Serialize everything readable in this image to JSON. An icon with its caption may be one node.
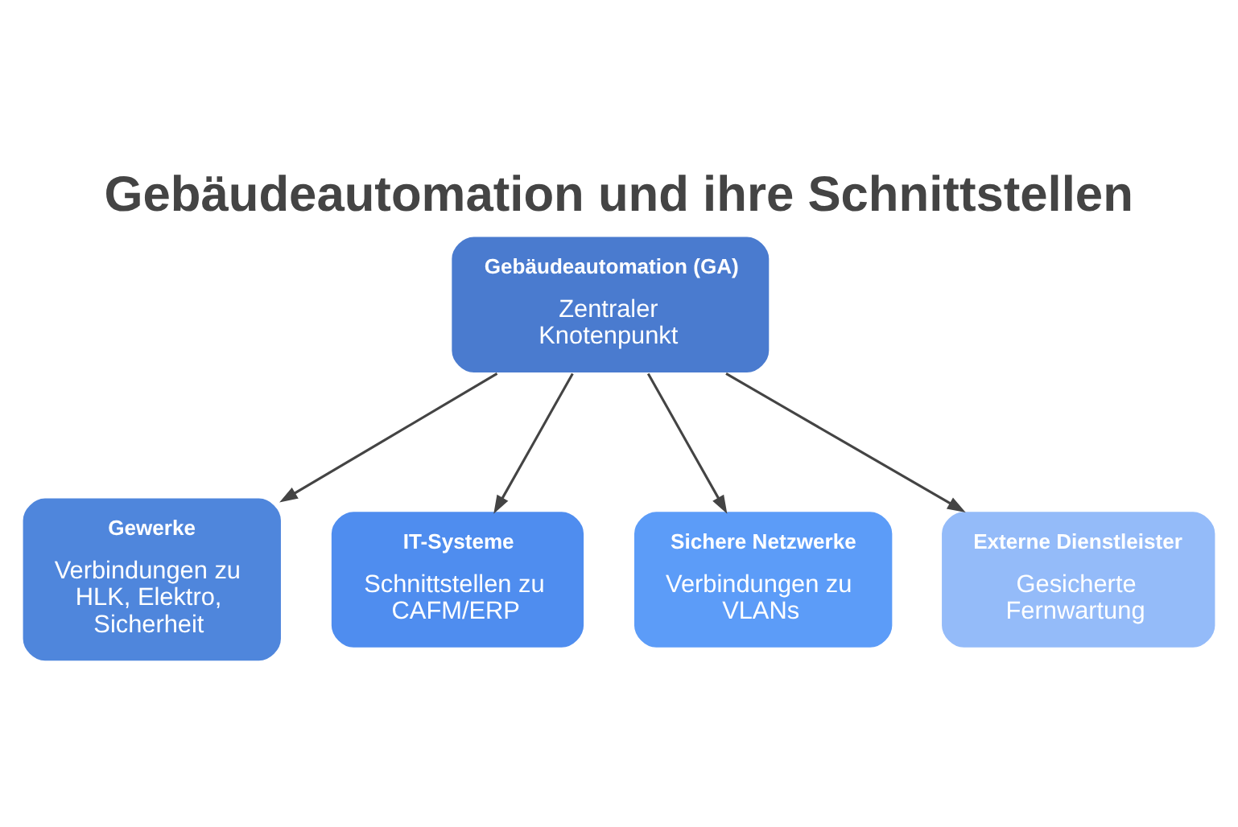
{
  "diagram": {
    "title": "Gebäudeautomation und ihre Schnittstellen",
    "nodes": [
      {
        "text": [
          "Gebäudeautomation (GA)",
          "Zentraler Knotenpunkt"
        ]
      },
      {
        "text": [
          "Gewerke",
          "Verbindungen zu HLK, Elektro, Sicherheit"
        ]
      },
      {
        "text": [
          "IT-Systeme",
          "Schnittstellen zu CAFM/ERP"
        ]
      },
      {
        "text": [
          "Sichere Netzwerke",
          "Verbindungen zu VLANs"
        ]
      },
      {
        "text": [
          "Externe Dienstleister",
          "Gesicherte Fernwartung"
        ]
      }
    ],
    "edges": [
      {
        "from": 0,
        "to": 1,
        "arrow": "to"
      },
      {
        "from": 0,
        "to": 2,
        "arrow": "to"
      },
      {
        "from": 0,
        "to": 3,
        "arrow": "to"
      },
      {
        "from": 0,
        "to": 4,
        "arrow": "to"
      }
    ]
  }
}
